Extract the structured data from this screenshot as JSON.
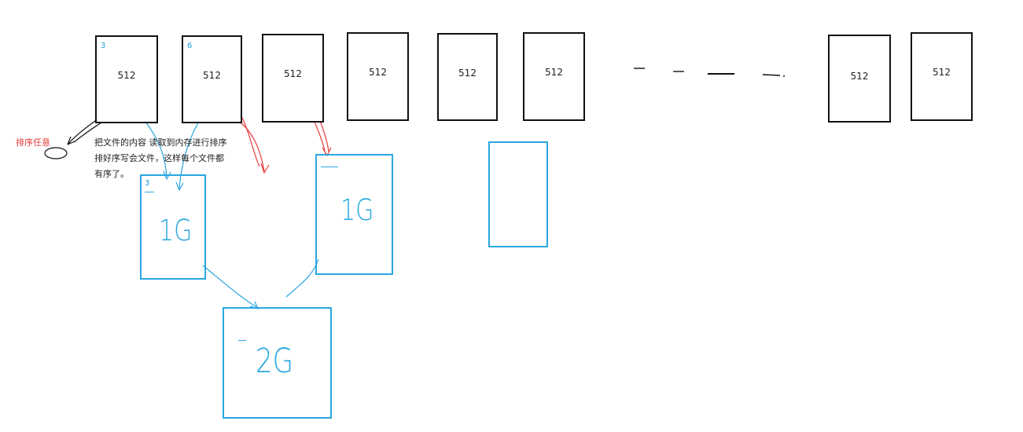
{
  "top_blocks": [
    {
      "label": "512",
      "index": "3"
    },
    {
      "label": "512",
      "index": "6"
    },
    {
      "label": "512",
      "index": ""
    },
    {
      "label": "512",
      "index": ""
    },
    {
      "label": "512",
      "index": ""
    },
    {
      "label": "512",
      "index": ""
    },
    {
      "label": "512",
      "index": ""
    },
    {
      "label": "512",
      "index": ""
    }
  ],
  "left_note": "排序任意",
  "description_lines": [
    "把文件的内容 读取到内存进行排序",
    "排好序写会文件，这样每个文件都",
    "有序了。"
  ],
  "merged_blocks": [
    {
      "label": "1G",
      "index": "3"
    },
    {
      "label": "1G",
      "index": ""
    },
    {
      "label": "",
      "index": ""
    }
  ],
  "final_block": {
    "label": "2G"
  },
  "colors": {
    "ink": "#111111",
    "blue": "#2aa7e0",
    "red": "#e83b3b"
  }
}
